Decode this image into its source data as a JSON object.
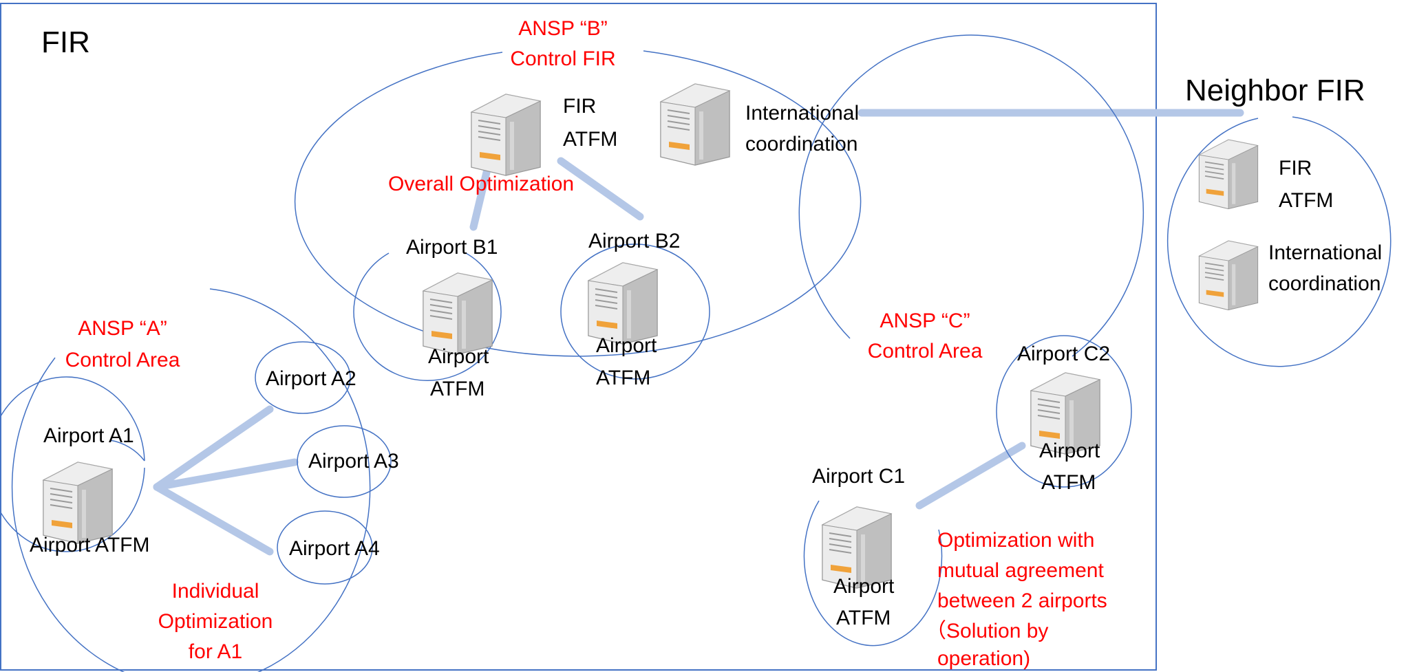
{
  "colors": {
    "ellipse": "#4472c4",
    "link": "#b4c7e7",
    "red_text": "#ff0000",
    "fir_border": "#4472c4"
  },
  "fir": {
    "label": "FIR"
  },
  "neighbor_fir": {
    "title": "Neighbor FIR",
    "fir_atfm_line1": "FIR",
    "fir_atfm_line2": "ATFM",
    "intl_line1": "International",
    "intl_line2": "coordination"
  },
  "ansp_b": {
    "title_line1": "ANSP “B”",
    "title_line2": "Control FIR",
    "fir_atfm_line1": "FIR",
    "fir_atfm_line2": "ATFM",
    "intl_line1": "International",
    "intl_line2": "coordination",
    "overall_optimization": "Overall Optimization",
    "airport_b1": {
      "name": "Airport B1",
      "atfm_line1": "Airport",
      "atfm_line2": "ATFM"
    },
    "airport_b2": {
      "name": "Airport B2",
      "atfm_line1": "Airport",
      "atfm_line2": "ATFM"
    }
  },
  "ansp_a": {
    "title_line1": "ANSP “A”",
    "title_line2": "Control Area",
    "airport_a1": {
      "name": "Airport A1",
      "atfm": "Airport  ATFM"
    },
    "airport_a2": "Airport A2",
    "airport_a3": "Airport A3",
    "airport_a4": "Airport A4",
    "note_line1": "Individual",
    "note_line2": "Optimization",
    "note_line3": "for A1"
  },
  "ansp_c": {
    "title_line1": "ANSP “C”",
    "title_line2": "Control Area",
    "airport_c1": {
      "name": "Airport C1",
      "atfm_line1": "Airport",
      "atfm_line2": "ATFM"
    },
    "airport_c2": {
      "name": "Airport C2",
      "atfm_line1": "Airport",
      "atfm_line2": "ATFM"
    },
    "note_line1": "Optimization with",
    "note_line2": "mutual agreement",
    "note_line3": "between 2 airports",
    "note_line4": "（Solution by",
    "note_line5": "operation)"
  }
}
